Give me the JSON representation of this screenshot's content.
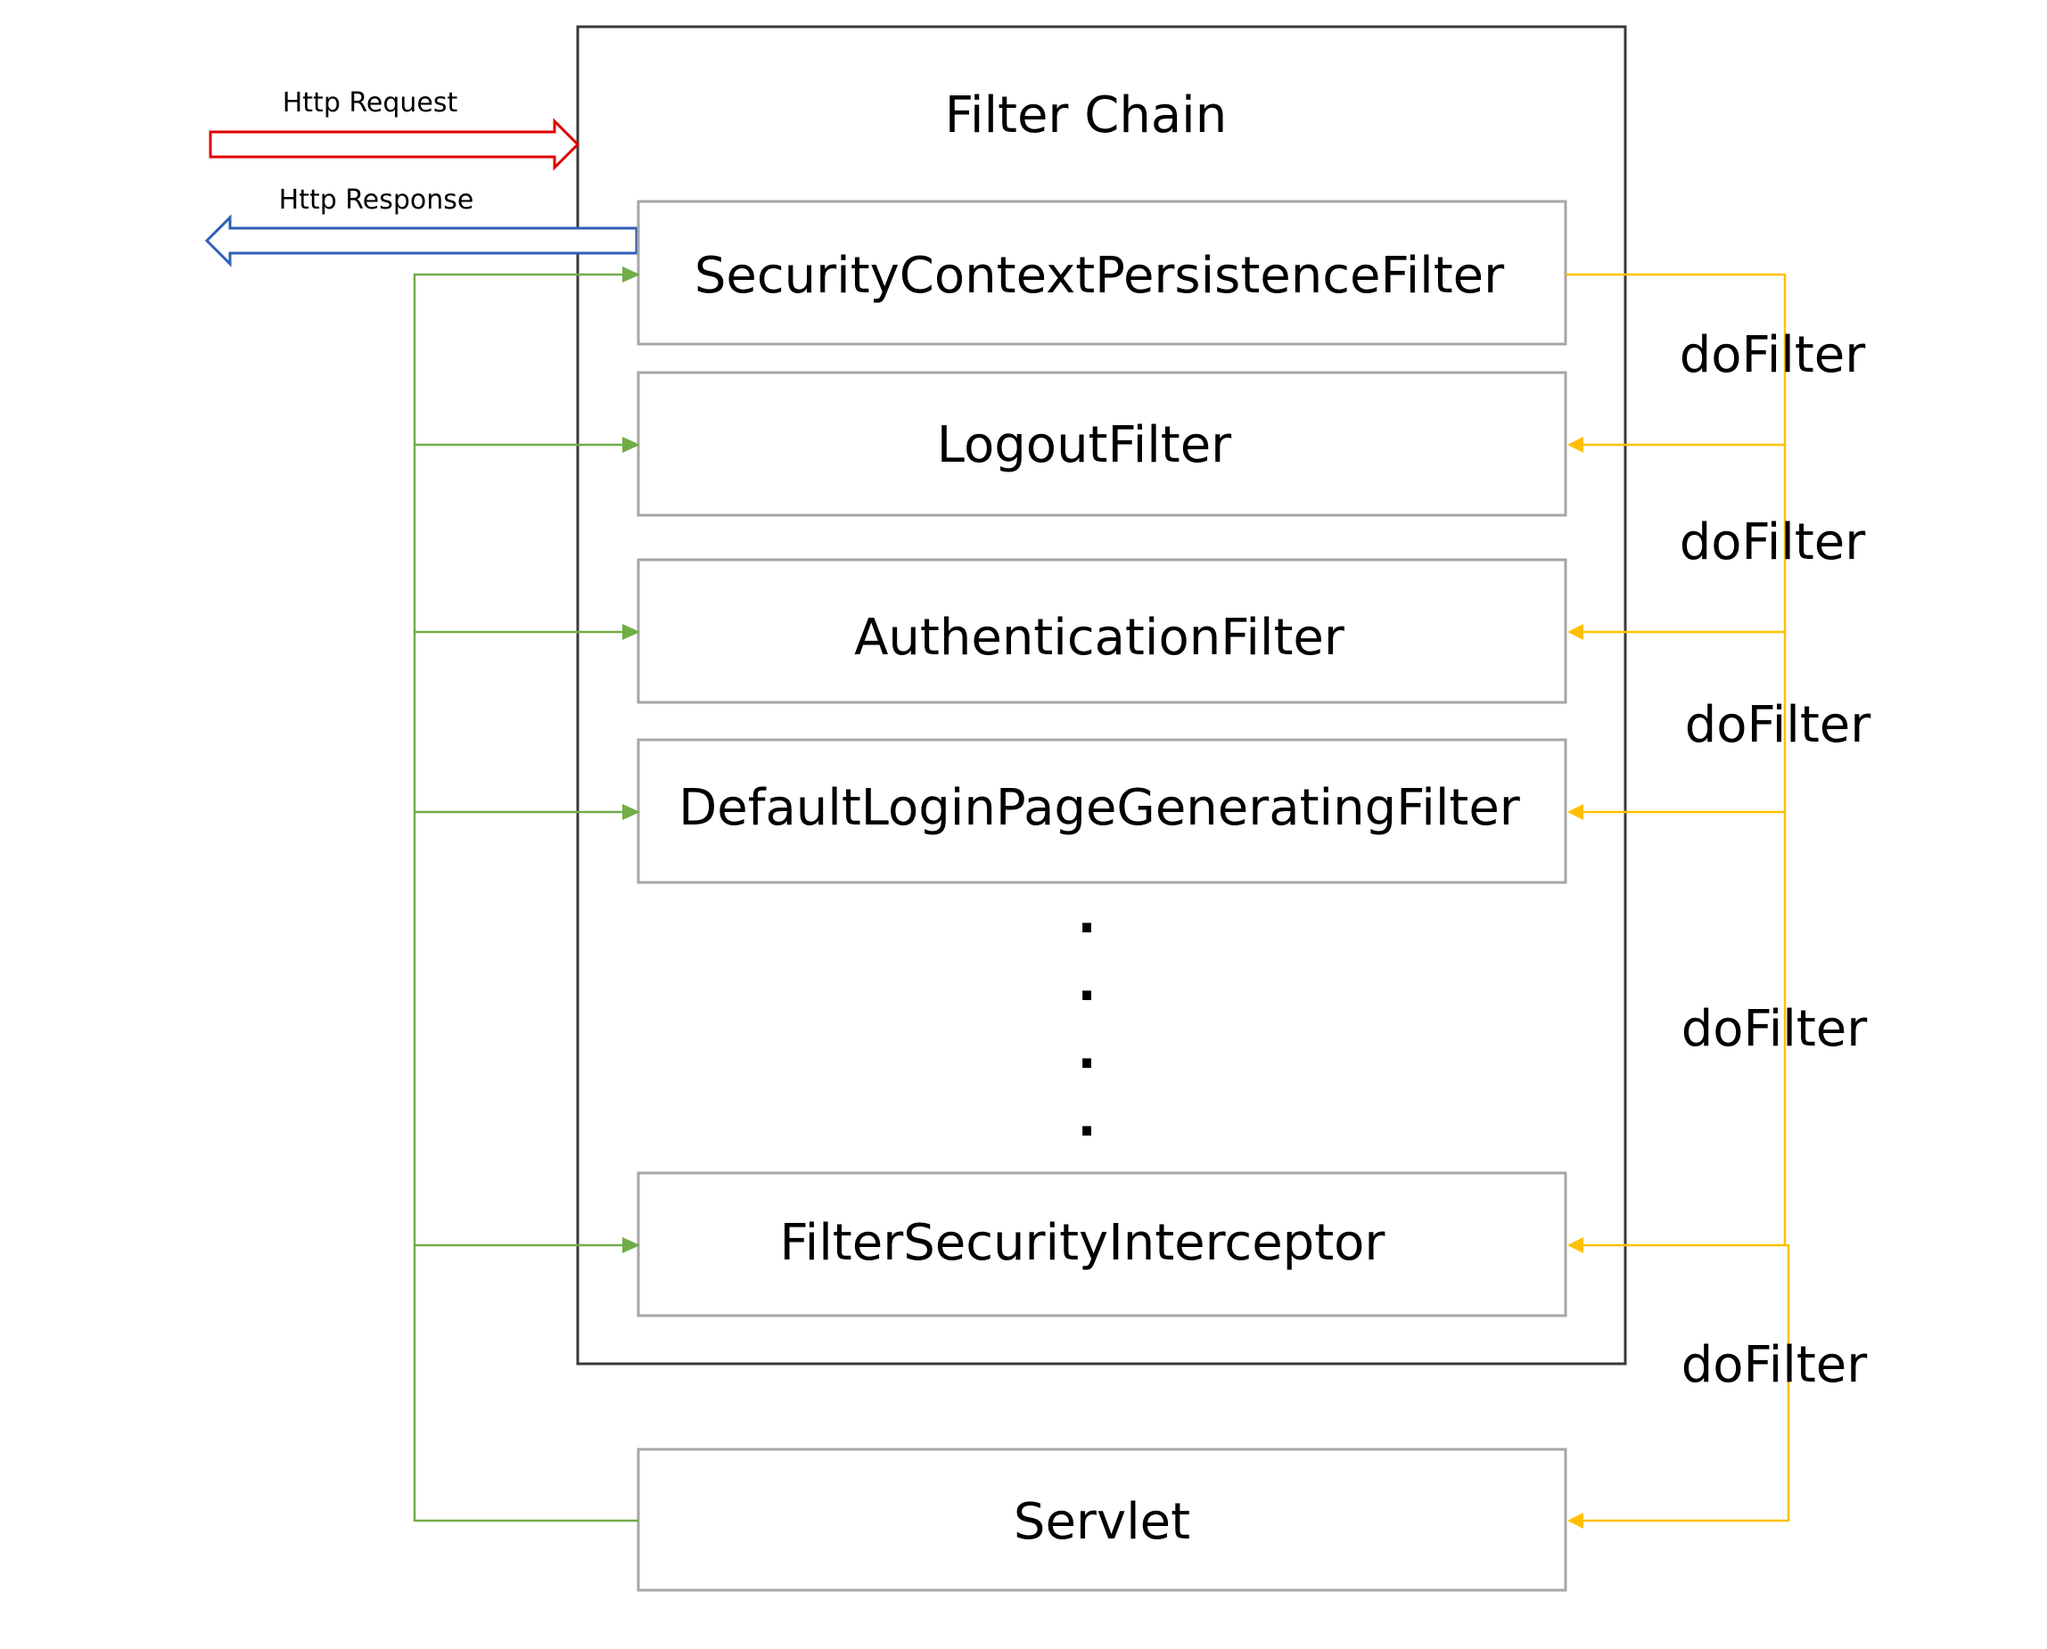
{
  "diagram": {
    "title": "Filter Chain",
    "http_request_label": "Http Request",
    "http_response_label": "Http Response",
    "filters": [
      "SecurityContextPersistenceFilter",
      "LogoutFilter",
      "AuthenticationFilter",
      "DefaultLoginPageGeneratingFilter",
      "FilterSecurityInterceptor"
    ],
    "ellipsis": [
      ".",
      ".",
      ".",
      "."
    ],
    "servlet": "Servlet",
    "call_labels": [
      "doFilter",
      "doFilter",
      "doFilter",
      "doFilter",
      "doFilter"
    ],
    "colors": {
      "request_arrow": "#e00000",
      "response_arrow": "#2f5fb8",
      "return_path": "#70ad47",
      "dofilter_path": "#ffc000",
      "chain_border": "#3a3a3a",
      "box_border": "#a6a6a6"
    }
  }
}
